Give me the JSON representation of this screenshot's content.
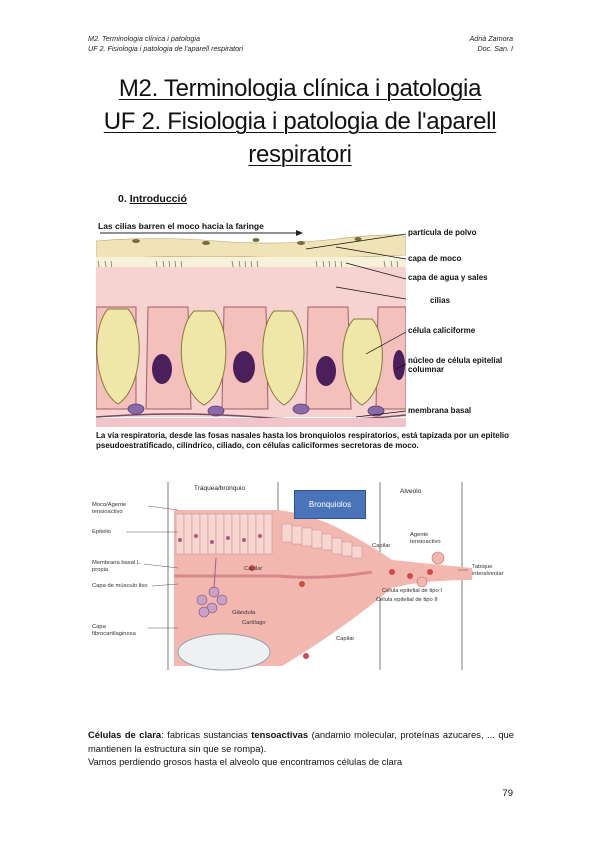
{
  "header": {
    "left_line1": "M2. Terminologia clínica i patologia",
    "left_line2": "UF 2. Fisiologia i patologia de l'aparell respiratori",
    "right_line1": "Adrià Zamora",
    "right_line2": "Doc. San. I"
  },
  "title": {
    "line1": "M2. Terminologia clínica i patologia",
    "line2": "UF 2. Fisiologia i patologia de l'aparell",
    "line3": "respiratori"
  },
  "section": {
    "number": "0.",
    "label": "Introducció"
  },
  "figure1": {
    "top_label": "Las cilias barren el moco hacia la faringe",
    "labels": {
      "particle": "partícula de polvo",
      "mucus": "capa de moco",
      "water": "capa de agua y sales",
      "cilia": "cilias",
      "goblet": "célula caliciforme",
      "nucleus": "núcleo de célula epitelial columnar",
      "basal": "membrana basal"
    },
    "caption": "La vía respiratoria, desde las fosas nasales hasta los bronquiolos respiratorios, está tapizada por un epitelio pseudoestratificado, cilíndrico, ciliado, con células caliciformes secretoras de moco."
  },
  "figure2": {
    "col_trachea": "Tráquea/bronquio",
    "badge": "Bronquiolos",
    "col_alveolo": "Alveolo",
    "left_labels": {
      "moco": "Moco/Agente tensioactivo",
      "epitelio": "Epitelio",
      "membrana": "Membrana basal L. propia",
      "musculo": "Capa de músculo liso",
      "capa": "Capa fibrocartilaginosa"
    },
    "inner_labels": {
      "capilar1": "Capilar",
      "glandula": "Glándula",
      "cartilago": "Cartílago",
      "capilar2": "Capilar",
      "capilar3": "Capilar",
      "agente": "Agente tensioactivo",
      "tabique": "Tabique interalveolar",
      "tipo1": "Célula epitelial de tipo I",
      "tipo2": "Célula epitelial de tipo II"
    }
  },
  "body": {
    "term": "Células de clara",
    "p1_a": ": fabricas sustancias ",
    "p1_bold": "tensoactivas",
    "p1_b": " (andamio molecular, proteínas azucares, ... que mantienen la estructura sin que se rompa).",
    "p2": "Vamos perdiendo grosos hasta el alveolo que encontramos células de clara"
  },
  "page_number": "79",
  "colors": {
    "badge": "#4a74b9",
    "goblet": "#efe7a8",
    "nucleus": "#4b1f5c",
    "tissue": "#f3c7c3",
    "pink_tissue": "#f2b8b0"
  }
}
